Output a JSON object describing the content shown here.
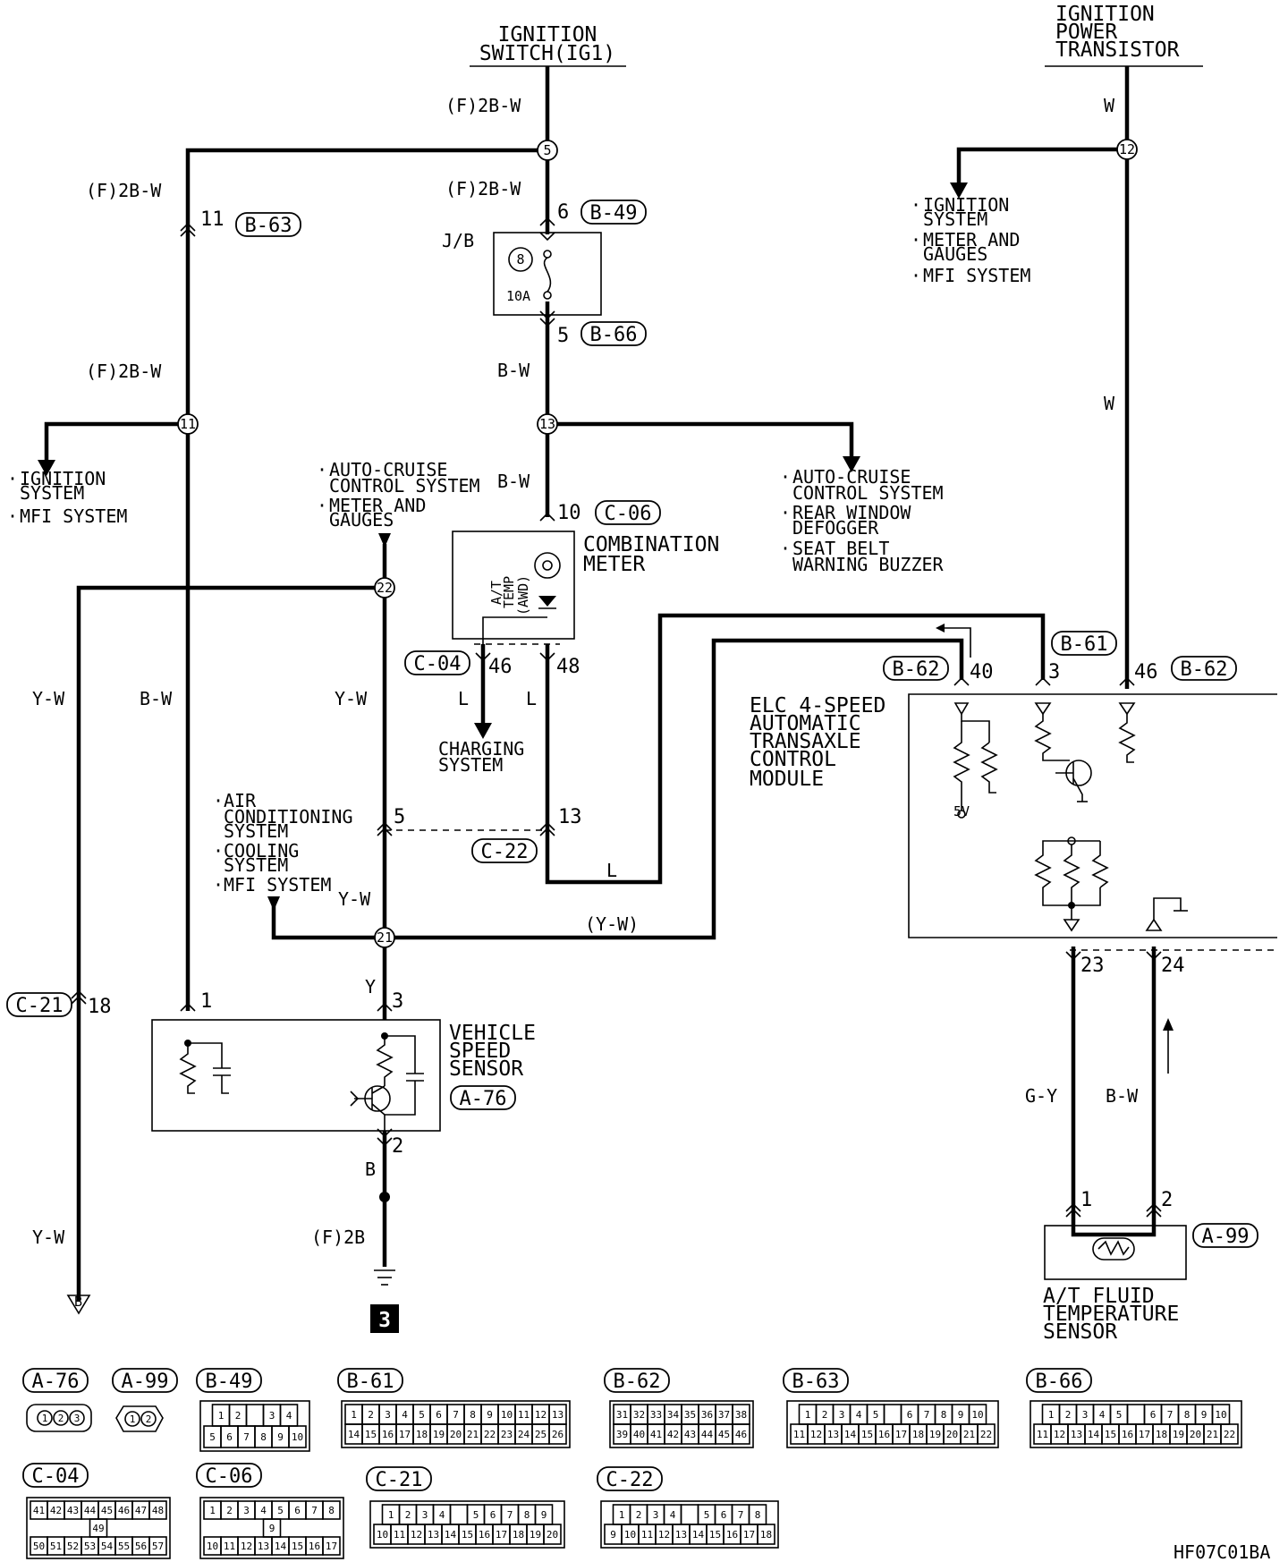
{
  "diagram": {
    "code": "HF07C01BA",
    "ground_number": "3",
    "sources": {
      "ignition_switch": [
        "IGNITION",
        "SWITCH(IG1)"
      ],
      "power_transistor": [
        "IGNITION",
        "POWER",
        "TRANSISTOR"
      ]
    },
    "wires": {
      "f2bw": "(F)2B-W",
      "bw": "B-W",
      "w": "W",
      "yw": "Y-W",
      "yw_paren": "(Y-W)",
      "l": "L",
      "y": "Y",
      "b": "B",
      "f2b": "(F)2B",
      "gy": "G-Y"
    },
    "junctions": [
      "5",
      "12",
      "11",
      "13",
      "22",
      "21"
    ],
    "pins": {
      "p6": "6",
      "p5": "5",
      "p11": "11",
      "p10": "10",
      "p46": "46",
      "p48": "48",
      "p13": "13",
      "p40": "40",
      "p3": "3",
      "p18": "18",
      "p1": "1",
      "p2": "2",
      "p23": "23",
      "p24": "24"
    },
    "connectors": {
      "a76": "A-76",
      "a99": "A-99",
      "b49": "B-49",
      "b61": "B-61",
      "b62": "B-62",
      "b63": "B-63",
      "b66": "B-66",
      "c04": "C-04",
      "c06": "C-06",
      "c21": "C-21",
      "c22": "C-22"
    },
    "jb": "J/B",
    "fuse_number": "8",
    "fuse_rating": "10A",
    "lists": {
      "left": [
        "IGNITION",
        "SYSTEM",
        "MFI SYSTEM"
      ],
      "right_top": [
        "IGNITION",
        "SYSTEM",
        "METER AND",
        "GAUGES",
        "MFI SYSTEM"
      ],
      "mid_upper": [
        "AUTO-CRUISE",
        "CONTROL SYSTEM",
        "METER AND",
        "GAUGES"
      ],
      "right_mid": [
        "AUTO-CRUISE",
        "CONTROL SYSTEM",
        "REAR WINDOW",
        "DEFOGGER",
        "SEAT BELT",
        "WARNING BUZZER"
      ],
      "vss_branch": [
        "AIR",
        "CONDITIONING",
        "SYSTEM",
        "COOLING",
        "SYSTEM",
        "MFI SYSTEM"
      ],
      "charging": [
        "CHARGING",
        "SYSTEM"
      ]
    },
    "components": {
      "combination_meter": [
        "COMBINATION",
        "METER"
      ],
      "at_temp": [
        "A/T",
        "TEMP",
        "(AWD)"
      ],
      "ecu": [
        "ELC 4-SPEED",
        "AUTOMATIC",
        "TRANSAXLE",
        "CONTROL",
        "MODULE"
      ],
      "ecu_5v": "5V",
      "vehicle_speed_sensor": [
        "VEHICLE",
        "SPEED",
        "SENSOR"
      ],
      "fluid_sensor": [
        "A/T FLUID",
        "TEMPERATURE",
        "SENSOR"
      ]
    },
    "connector_faces": {
      "a76": [
        "1",
        "2",
        "3"
      ],
      "a99": [
        "1",
        "2"
      ],
      "b49": [
        [
          "1",
          "2",
          "",
          "3",
          "4"
        ],
        [
          "5",
          "6",
          "7",
          "8",
          "9",
          "10"
        ]
      ],
      "b61": [
        [
          "1",
          "2",
          "3",
          "4",
          "5",
          "6",
          "7",
          "8",
          "9",
          "10",
          "11",
          "12",
          "13"
        ],
        [
          "14",
          "15",
          "16",
          "17",
          "18",
          "19",
          "20",
          "21",
          "22",
          "23",
          "24",
          "25",
          "26"
        ]
      ],
      "b62": [
        [
          "31",
          "32",
          "33",
          "34",
          "35",
          "36",
          "37",
          "38"
        ],
        [
          "39",
          "40",
          "41",
          "42",
          "43",
          "44",
          "45",
          "46"
        ]
      ],
      "b63": [
        [
          "1",
          "2",
          "3",
          "4",
          "5",
          "",
          "6",
          "7",
          "8",
          "9",
          "10"
        ],
        [
          "11",
          "12",
          "13",
          "14",
          "15",
          "16",
          "17",
          "18",
          "19",
          "20",
          "21",
          "22"
        ]
      ],
      "b66": [
        [
          "1",
          "2",
          "3",
          "4",
          "5",
          "",
          "6",
          "7",
          "8",
          "9",
          "10"
        ],
        [
          "11",
          "12",
          "13",
          "14",
          "15",
          "16",
          "17",
          "18",
          "19",
          "20",
          "21",
          "22"
        ]
      ],
      "c04": [
        [
          "41",
          "42",
          "43",
          "44",
          "45",
          "46",
          "47",
          "48"
        ],
        [
          "49"
        ],
        [
          "50",
          "51",
          "52",
          "53",
          "54",
          "55",
          "56",
          "57"
        ]
      ],
      "c06": [
        [
          "1",
          "2",
          "3",
          "4",
          "5",
          "6",
          "7",
          "8"
        ],
        [
          "9"
        ],
        [
          "10",
          "11",
          "12",
          "13",
          "14",
          "15",
          "16",
          "17"
        ]
      ],
      "c21": [
        [
          "1",
          "2",
          "3",
          "4",
          "",
          "5",
          "6",
          "7",
          "8",
          "9"
        ],
        [
          "10",
          "11",
          "12",
          "13",
          "14",
          "15",
          "16",
          "17",
          "18",
          "19",
          "20"
        ]
      ],
      "c22": [
        [
          "1",
          "2",
          "3",
          "4",
          "",
          "5",
          "6",
          "7",
          "8"
        ],
        [
          "9",
          "10",
          "11",
          "12",
          "13",
          "14",
          "15",
          "16",
          "17",
          "18"
        ]
      ]
    }
  }
}
